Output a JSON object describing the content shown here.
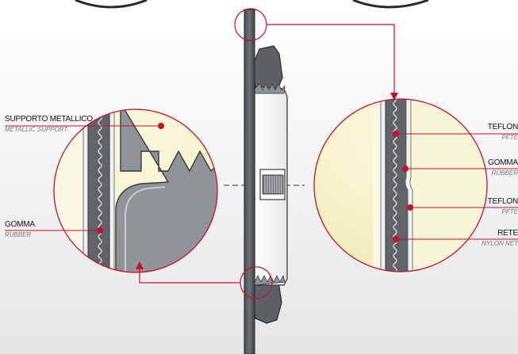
{
  "colors": {
    "accent": "#c8102e",
    "metal": "#959a9e",
    "metal_dark": "#54595d",
    "rubber": "#5a6064",
    "magnifier": "#f8f5d2",
    "background": "#eeeeee"
  },
  "labels": {
    "left": [
      {
        "main": "SUPPORTO METALLICO",
        "sub": "METALLIC SUPPORT"
      },
      {
        "main": "GOMMA",
        "sub": "RUBBER"
      }
    ],
    "right": [
      {
        "main": "TEFLON",
        "sub": "PFTE"
      },
      {
        "main": "GOMMA",
        "sub": "RUBBER"
      },
      {
        "main": "TEFLON",
        "sub": "PFTE"
      },
      {
        "main": "RETE",
        "sub": "NYLON NET"
      }
    ]
  }
}
